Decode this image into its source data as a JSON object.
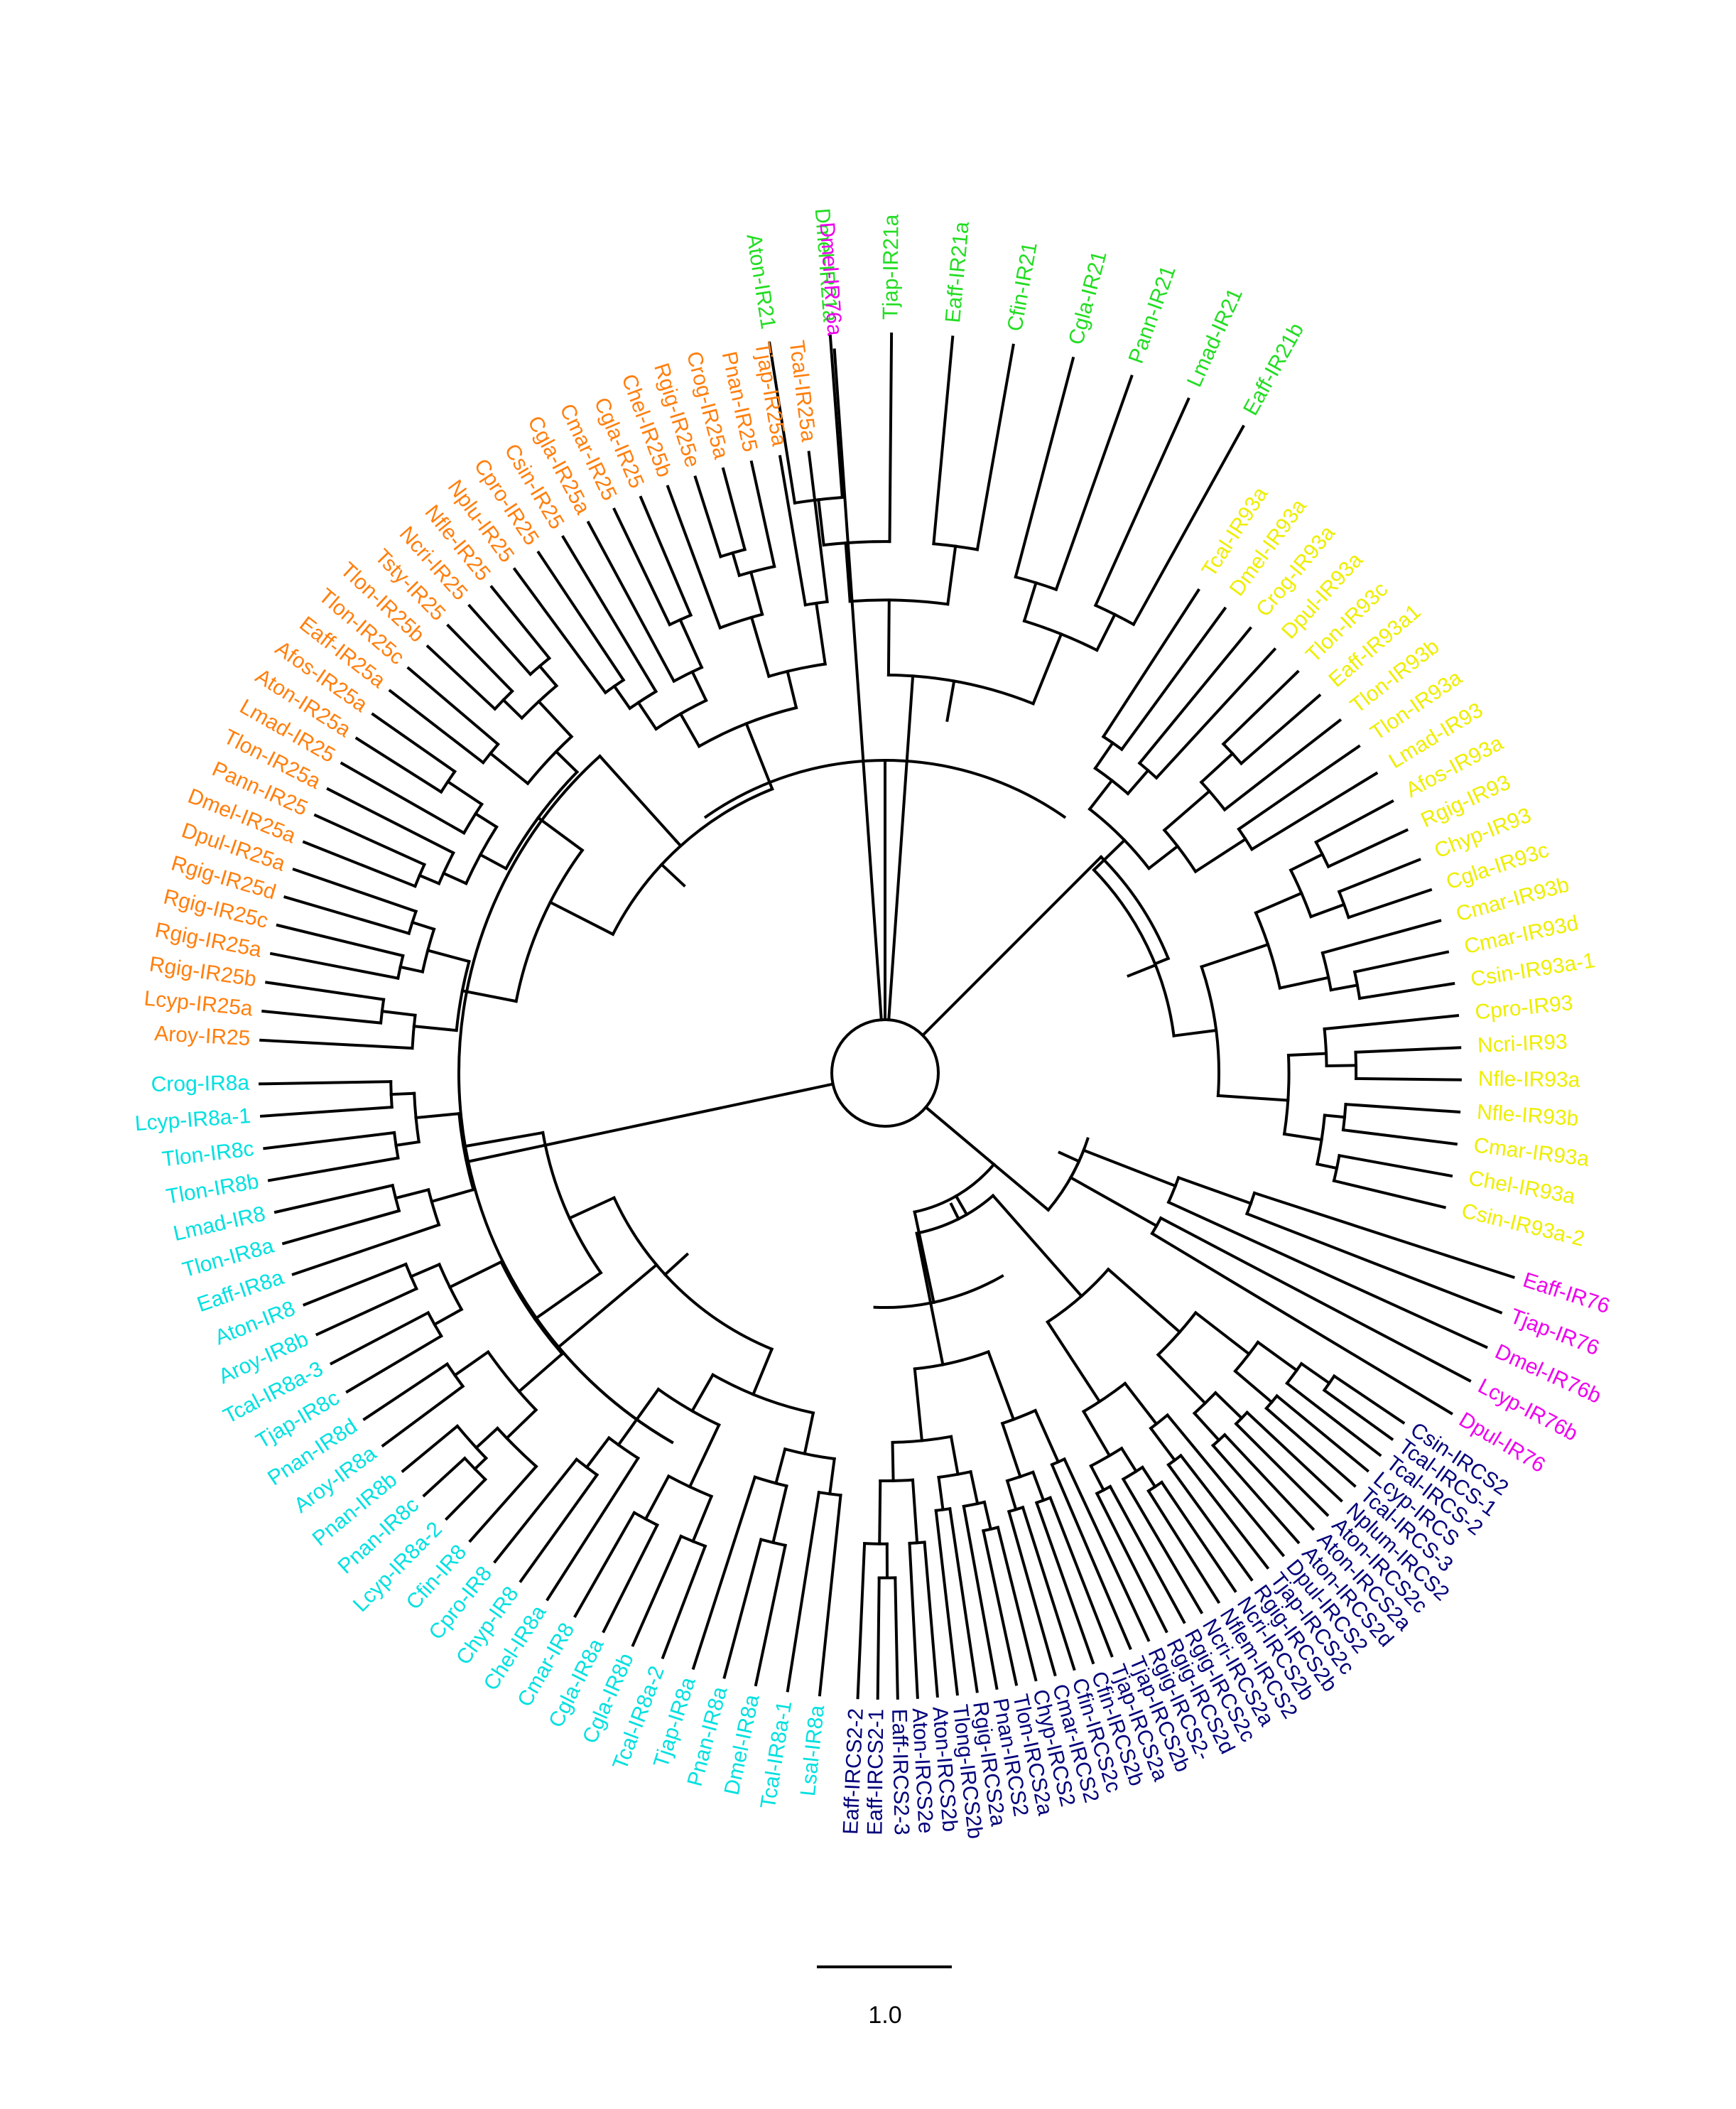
{
  "colors": {
    "IR21": "#22dd22",
    "IR76": "#ee00ee",
    "IR93": "#eeee00",
    "IRCS": "#00007a",
    "IR8": "#00e0e0",
    "IR25": "#ff7f0e",
    "branch": "#000000"
  },
  "scale_bar": {
    "label": "1.0"
  },
  "clades": [
    {
      "name": "IR21",
      "color": "IR21",
      "leaves": [
        "Aton-IR21",
        "Dmel-IR21a",
        "Tjap-IR21a",
        "Eaff-IR21a",
        "Cfin-IR21",
        "Cgla-IR21",
        "Pann-IR21",
        "Lmad-IR21",
        "Eaff-IR21b"
      ]
    },
    {
      "name": "IR76a",
      "color": "IR76",
      "leaves": [
        "Dmel-IR76a"
      ]
    },
    {
      "name": "IR93",
      "color": "IR93",
      "leaves": [
        "Tcal-IR93a",
        "Dmel-IR93a",
        "Crog-IR93a",
        "Dpul-IR93a",
        "Tlon-IR93c",
        "Eaff-IR93a1",
        "Tlon-IR93b",
        "Tlon-IR93a",
        "Lmad-IR93",
        "Afos-IR93a",
        "Rgig-IR93",
        "Chyp-IR93",
        "Cgla-IR93c",
        "Cmar-IR93b",
        "Cmar-IR93d",
        "Csin-IR93a-1",
        "Cpro-IR93",
        "Ncri-IR93",
        "Nfle-IR93a",
        "Nfle-IR93b",
        "Cmar-IR93a",
        "Chel-IR93a",
        "Csin-IR93a-2"
      ]
    },
    {
      "name": "IR76",
      "color": "IR76",
      "leaves": [
        "Eaff-IR76",
        "Tjap-IR76",
        "Dmel-IR76b",
        "Lcyp-IR76b",
        "Dpul-IR76"
      ]
    },
    {
      "name": "IRCS",
      "color": "IRCS",
      "leaves": [
        "Csin-IRCS2",
        "Tcal-IRCS-1",
        "Tcal-IRCS-2",
        "Lcyp-IRCS",
        "Tcal-IRCS-3",
        "Nplum-IRCS2",
        "Aton-IRCS2c",
        "Aton-IRCS2a",
        "Aton-IRCS2d",
        "Dpul-IRCS2",
        "Tjap-IRCS2c",
        "Rgig-IRCS2b",
        "Ncri-IRCS2b",
        "Nflem-IRCS2",
        "Ncri-IRCS2a",
        "Rgig-IRCS2c",
        "Rgig-IRCS2d",
        "Rgig-IRCS2-",
        "Tjap-IRCS2b",
        "Tjap-IRCS2a",
        "Cfin-IRCS2b",
        "Cfin-IRCS2c",
        "Cmar-IRCS2",
        "Chyp-IRCS2",
        "Tlon-IRCS2a",
        "Pnan-IRCS2",
        "Rgig-IRCS2a",
        "Tlong-IRCS2b",
        "Aton-IRCS2b",
        "Aton-IRCS2e",
        "Eaff-IRCS2-3",
        "Eaff-IRCS2-1",
        "Eaff-IRCS2-2"
      ]
    },
    {
      "name": "IR8",
      "color": "IR8",
      "leaves": [
        "Lsal-IR8a",
        "Tcal-IR8a-1",
        "Dmel-IR8a",
        "Pnan-IR8a",
        "Tjap-IR8a",
        "Tcal-IR8a-2",
        "Cgla-IR8b",
        "Cgla-IR8a",
        "Cmar-IR8",
        "Chel-IR8a",
        "Chyp-IR8",
        "Cpro-IR8",
        "Cfin-IR8",
        "Lcyp-IR8a-2",
        "Pnan-IR8c",
        "Pnan-IR8b",
        "Aroy-IR8a",
        "Pnan-IR8d",
        "Tjap-IR8c",
        "Tcal-IR8a-3",
        "Aroy-IR8b",
        "Aton-IR8",
        "Eaff-IR8a",
        "Tlon-IR8a",
        "Lmad-IR8",
        "Tlon-IR8b",
        "Tlon-IR8c",
        "Lcyp-IR8a-1",
        "Crog-IR8a"
      ]
    },
    {
      "name": "IR25",
      "color": "IR25",
      "leaves": [
        "Aroy-IR25",
        "Lcyp-IR25a",
        "Rgig-IR25b",
        "Rgig-IR25a",
        "Rgig-IR25c",
        "Rgig-IR25d",
        "Dpul-IR25a",
        "Dmel-IR25a",
        "Pann-IR25",
        "Tlon-IR25a",
        "Lmad-IR25",
        "Aton-IR25a",
        "Afos-IR25a",
        "Eaff-IR25a",
        "Tlon-IR25c",
        "Tlon-IR25b",
        "Tsty-IR25",
        "Ncri-IR25",
        "Nfle-IR25",
        "Nplu-IR25",
        "Cpro-IR25",
        "Csin-IR25",
        "Cgla-IR25a",
        "Cmar-IR25",
        "Cgla-IR25",
        "Chel-IR25b",
        "Rgig-IR25e",
        "Crog-IR25a",
        "Pnan-IR25",
        "Tjap-IR25a",
        "Tcal-IR25a"
      ]
    }
  ]
}
